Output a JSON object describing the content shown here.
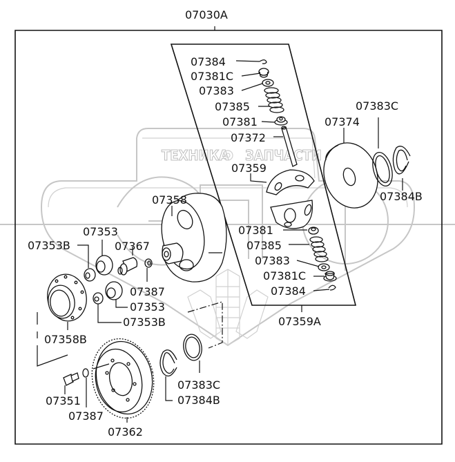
{
  "diagram": {
    "title": "07030A",
    "watermark": {
      "brand_left": "ТЕХНИКА",
      "brand_right": "ЗАПЧАСТИ",
      "gear_icon": "gear-icon",
      "logo_letters": "ЭПФ"
    },
    "sub_assembly": {
      "label": "07359A",
      "parts_top": [
        "07384",
        "07381C",
        "07383",
        "07385",
        "07381",
        "07372",
        "07359"
      ],
      "parts_bottom": [
        "07381",
        "07385",
        "07383",
        "07381C",
        "07384"
      ]
    },
    "labels": {
      "p07384_top": "07384",
      "p07381C_top": "07381C",
      "p07383_top": "07383",
      "p07385_top": "07385",
      "p07381_top": "07381",
      "p07372": "07372",
      "p07359": "07359",
      "p07374": "07374",
      "p07383C_right": "07383C",
      "p07384B_right": "07384B",
      "p07358": "07358",
      "p07381_bottom": "07381",
      "p07385_bottom": "07385",
      "p07383_bottom": "07383",
      "p07381C_bottom": "07381C",
      "p07384_bottom": "07384",
      "p07359A": "07359A",
      "p07353_top": "07353",
      "p07353B_top": "07353B",
      "p07367": "07367",
      "p07387_mid": "07387",
      "p07353_bottom": "07353",
      "p07353B_bottom": "07353B",
      "p07358B": "07358B",
      "p07351": "07351",
      "p07387_bottom": "07387",
      "p07362": "07362",
      "p07383C_bottom": "07383C",
      "p07384B_bottom": "07384B"
    }
  }
}
